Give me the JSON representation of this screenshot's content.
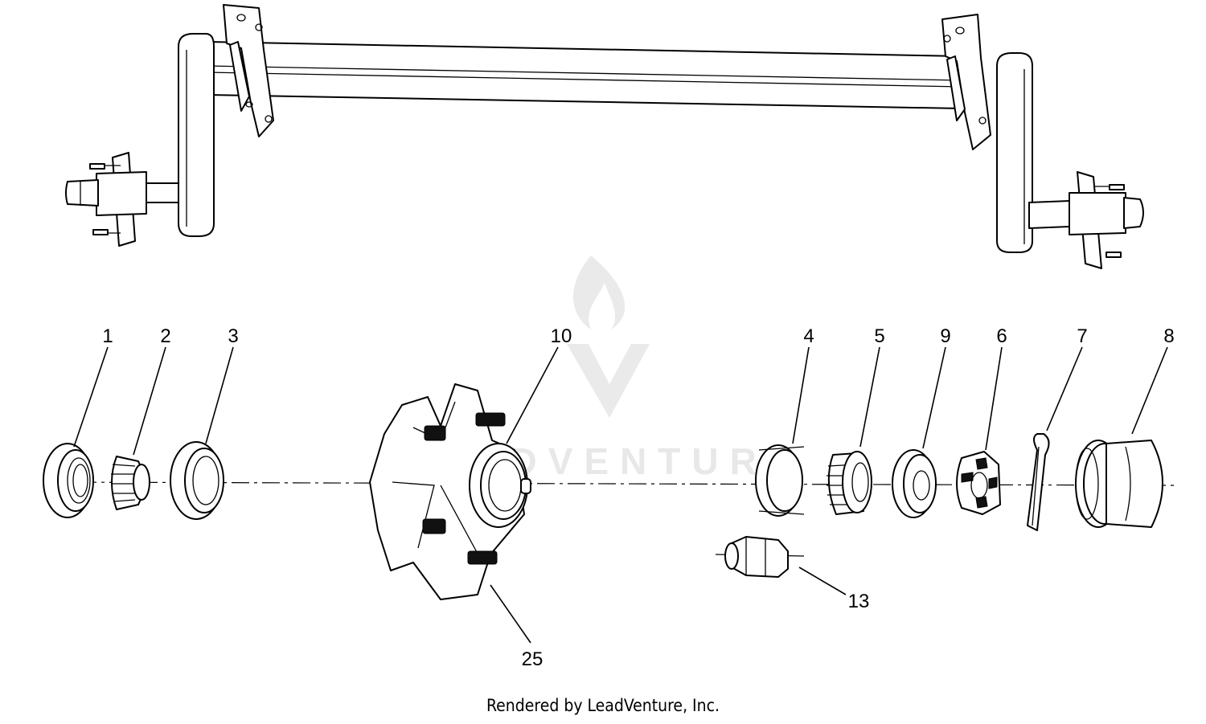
{
  "diagram": {
    "callouts": [
      {
        "id": "part-1",
        "label": "1"
      },
      {
        "id": "part-2",
        "label": "2"
      },
      {
        "id": "part-3",
        "label": "3"
      },
      {
        "id": "part-10",
        "label": "10"
      },
      {
        "id": "part-4",
        "label": "4"
      },
      {
        "id": "part-5",
        "label": "5"
      },
      {
        "id": "part-9",
        "label": "9"
      },
      {
        "id": "part-6",
        "label": "6"
      },
      {
        "id": "part-7",
        "label": "7"
      },
      {
        "id": "part-8",
        "label": "8"
      },
      {
        "id": "part-13",
        "label": "13"
      },
      {
        "id": "part-25",
        "label": "25"
      }
    ],
    "watermark": "LEADVENTURE",
    "footer": "Rendered by LeadVenture, Inc."
  }
}
